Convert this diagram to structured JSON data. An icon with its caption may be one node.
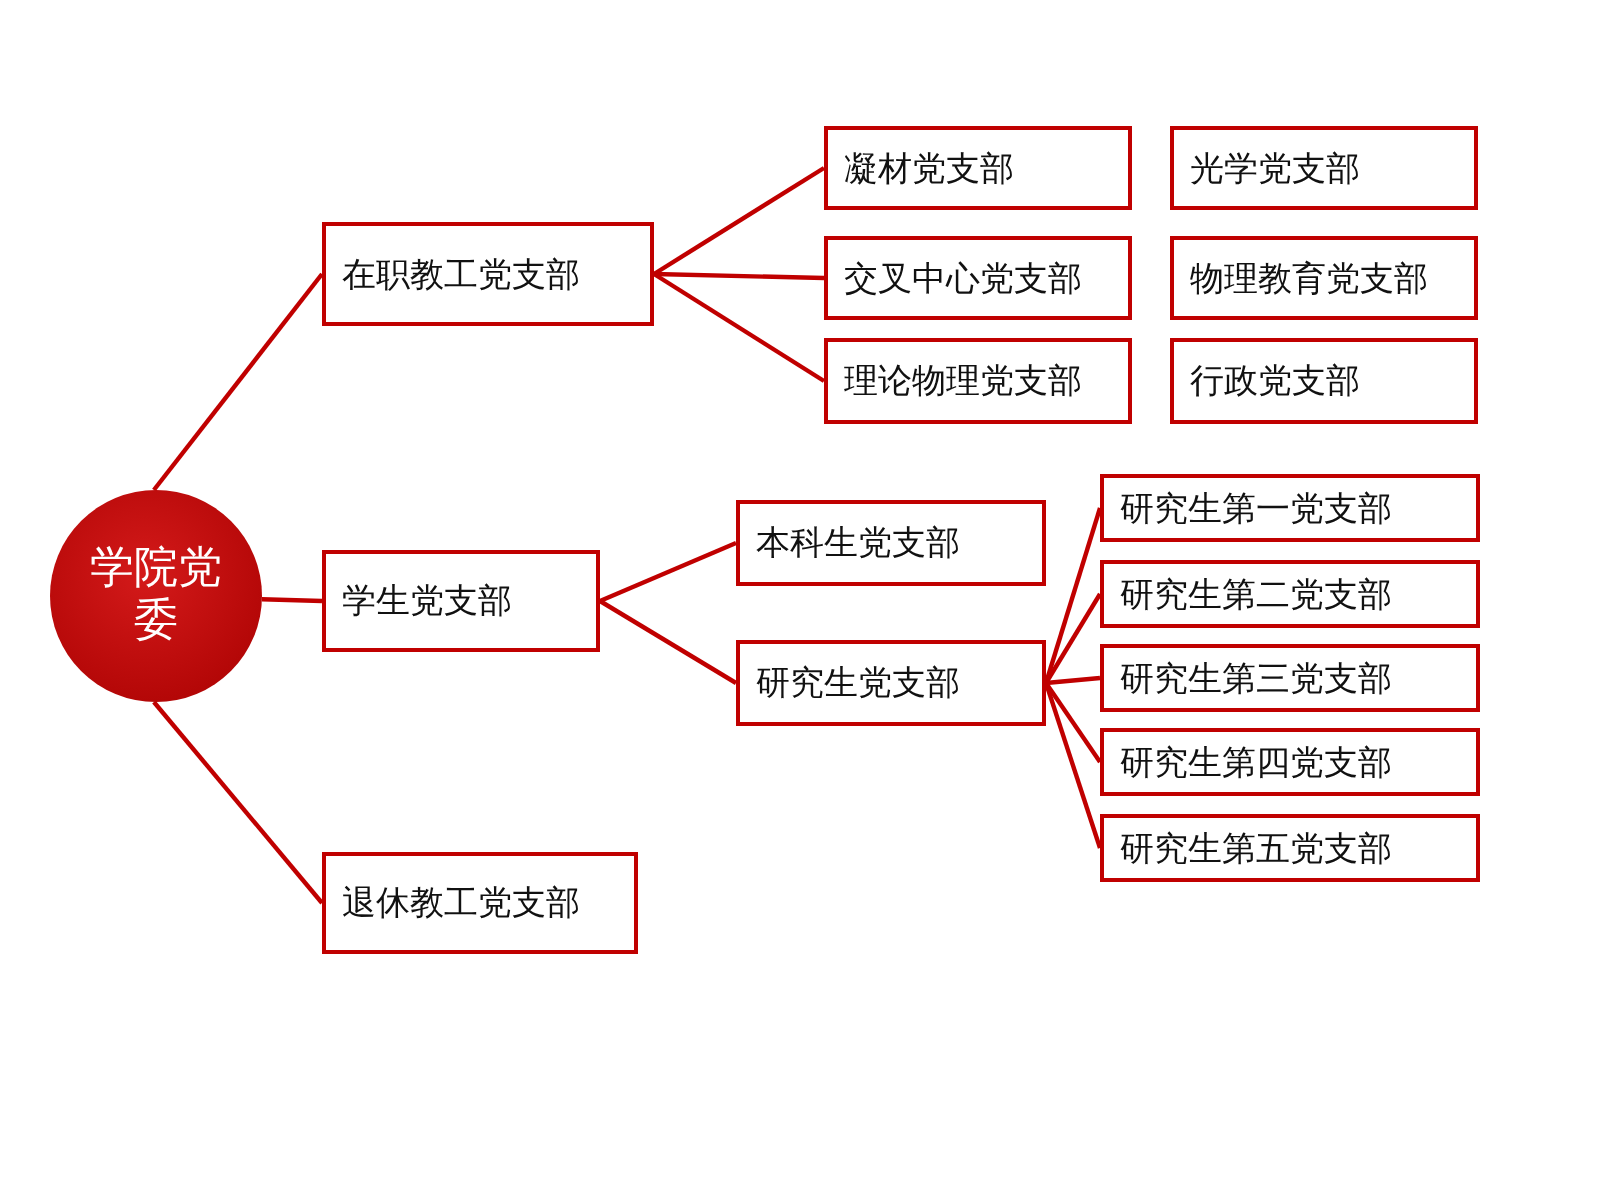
{
  "diagram": {
    "nodes": [
      {
        "text": [
          "学院党委"
        ]
      },
      {
        "text": [
          "在职教工党支部"
        ]
      },
      {
        "text": [
          "凝材党支部"
        ]
      },
      {
        "text": [
          "光学党支部"
        ]
      },
      {
        "text": [
          "交叉中心党支部"
        ]
      },
      {
        "text": [
          "物理教育党支部"
        ]
      },
      {
        "text": [
          "理论物理党支部"
        ]
      },
      {
        "text": [
          "行政党支部"
        ]
      },
      {
        "text": [
          "学生党支部"
        ]
      },
      {
        "text": [
          "本科生党支部"
        ]
      },
      {
        "text": [
          "研究生党支部"
        ]
      },
      {
        "text": [
          "研究生第一党支部"
        ]
      },
      {
        "text": [
          "研究生第二党支部"
        ]
      },
      {
        "text": [
          "研究生第三党支部"
        ]
      },
      {
        "text": [
          "研究生第四党支部"
        ]
      },
      {
        "text": [
          "研究生第五党支部"
        ]
      },
      {
        "text": [
          "退休教工党支部"
        ]
      }
    ],
    "edges": [
      {
        "from": 0,
        "to": 1,
        "arrow": "none"
      },
      {
        "from": 0,
        "to": 8,
        "arrow": "none"
      },
      {
        "from": 0,
        "to": 16,
        "arrow": "none"
      },
      {
        "from": 1,
        "to": 2,
        "arrow": "none"
      },
      {
        "from": 1,
        "to": 4,
        "arrow": "none"
      },
      {
        "from": 1,
        "to": 6,
        "arrow": "none"
      },
      {
        "from": 8,
        "to": 9,
        "arrow": "none"
      },
      {
        "from": 8,
        "to": 10,
        "arrow": "none"
      },
      {
        "from": 10,
        "to": 11,
        "arrow": "none"
      },
      {
        "from": 10,
        "to": 12,
        "arrow": "none"
      },
      {
        "from": 10,
        "to": 13,
        "arrow": "none"
      },
      {
        "from": 10,
        "to": 14,
        "arrow": "none"
      },
      {
        "from": 10,
        "to": 15,
        "arrow": "none"
      }
    ]
  }
}
